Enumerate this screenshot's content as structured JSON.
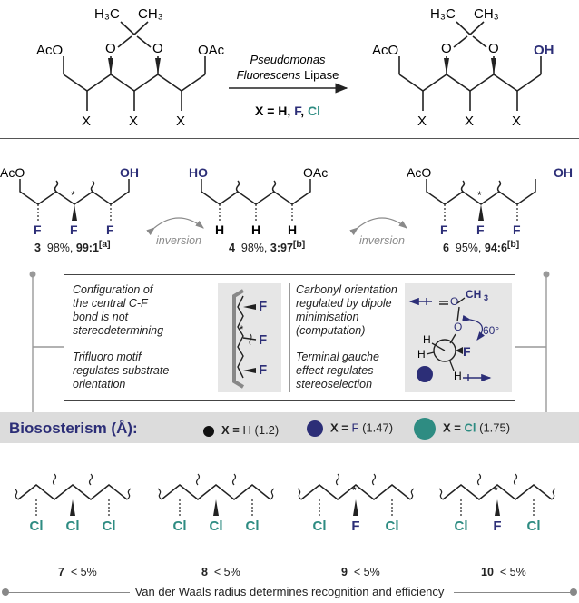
{
  "reaction": {
    "reagent_line1": "Pseudomonas",
    "reagent_line2": "Fluorescens",
    "reagent_line2b": "Lipase",
    "x_prefix": "X = ",
    "x_h": "H",
    "x_f": "F",
    "x_cl": "Cl",
    "methyl": "H₃C",
    "methyl_r": "CH₃",
    "aco": "AcO",
    "oac": "OAc",
    "oh": "OH",
    "x": "X",
    "o": "O"
  },
  "compounds": [
    {
      "num": "3",
      "yield": "98%,",
      "ratio": "99:1",
      "note": "[a]"
    },
    {
      "num": "4",
      "yield": "98%,",
      "ratio": "3:97",
      "note": "[b]"
    },
    {
      "num": "6",
      "yield": "95%,",
      "ratio": "94:6",
      "note": "[b]"
    }
  ],
  "atoms": {
    "ho": "HO",
    "h": "H",
    "f": "F",
    "star": "*"
  },
  "inversion": "inversion",
  "box": {
    "left_top": [
      "Configuration of",
      "the central C-F",
      "bond is not",
      "stereodetermining"
    ],
    "left_bottom": [
      "Trifluoro motif",
      "regulates substrate",
      "orientation"
    ],
    "right_top": [
      "Carbonyl orientation",
      "regulated by dipole",
      "minimisation",
      "(computation)"
    ],
    "right_bottom": [
      "Terminal gauche",
      "effect regulates",
      "stereoselection"
    ],
    "angle": "60°",
    "ch3": "CH",
    "ch3_sub": "3"
  },
  "biosterism": {
    "title": "Biososterism (Å):",
    "items": [
      {
        "prefix": "X = ",
        "atom": "H",
        "value": "(1.2)",
        "color": "#111111"
      },
      {
        "prefix": "X = ",
        "atom": "F",
        "value": "(1.47)",
        "color": "#2c2e77"
      },
      {
        "prefix": "X = ",
        "atom": "Cl",
        "value": "(1.75)",
        "color": "#2e8c82"
      }
    ]
  },
  "cl_compounds": [
    {
      "num": "7",
      "result": "< 5%"
    },
    {
      "num": "8",
      "result": "< 5%"
    },
    {
      "num": "9",
      "result": "< 5%"
    },
    {
      "num": "10",
      "result": "< 5%"
    }
  ],
  "cl_atom": "Cl",
  "footer": "Van der Waals radius determines recognition and efficiency",
  "colors": {
    "navy": "#2c2e77",
    "teal": "#2e8c82",
    "gray": "#8a8a8a",
    "boxbg": "#e6e6e6"
  }
}
